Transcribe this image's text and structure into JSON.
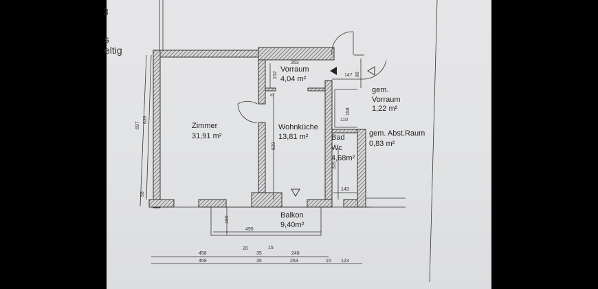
{
  "side_text": [
    "3",
    "s",
    "eltig"
  ],
  "rooms": {
    "zimmer": {
      "name": "Zimmer",
      "area": "31,91 m²"
    },
    "wohnkueche": {
      "name": "Wohnküche",
      "area": "13,81 m²"
    },
    "vorraum": {
      "name": "Vorraum",
      "area": "4,04 m²"
    },
    "gem_vorraum": {
      "name1": "gem.",
      "name2": "Vorraum",
      "area": "1,22 m²"
    },
    "gem_abst": {
      "name": "gem. Abst.Raum",
      "area": "0,83 m²"
    },
    "bad": {
      "name1": "Bad",
      "name2": "Wc",
      "area": "4,68m²"
    },
    "balkon": {
      "name": "Balkon",
      "area": "9,40m²"
    }
  },
  "dimensions": {
    "d697": "697",
    "d639": "639",
    "d58": "58",
    "d263": "263",
    "d152": "152",
    "d6": "6",
    "d147": "147",
    "d86": "86",
    "d158": "158",
    "d110": "110",
    "d529": "529",
    "d325": "325",
    "d143": "143",
    "d190": "190",
    "d495": "495",
    "row1": [
      "458",
      "20",
      "35",
      "15",
      "248"
    ],
    "row2": [
      "458",
      "35",
      "263",
      "15",
      "123"
    ]
  }
}
